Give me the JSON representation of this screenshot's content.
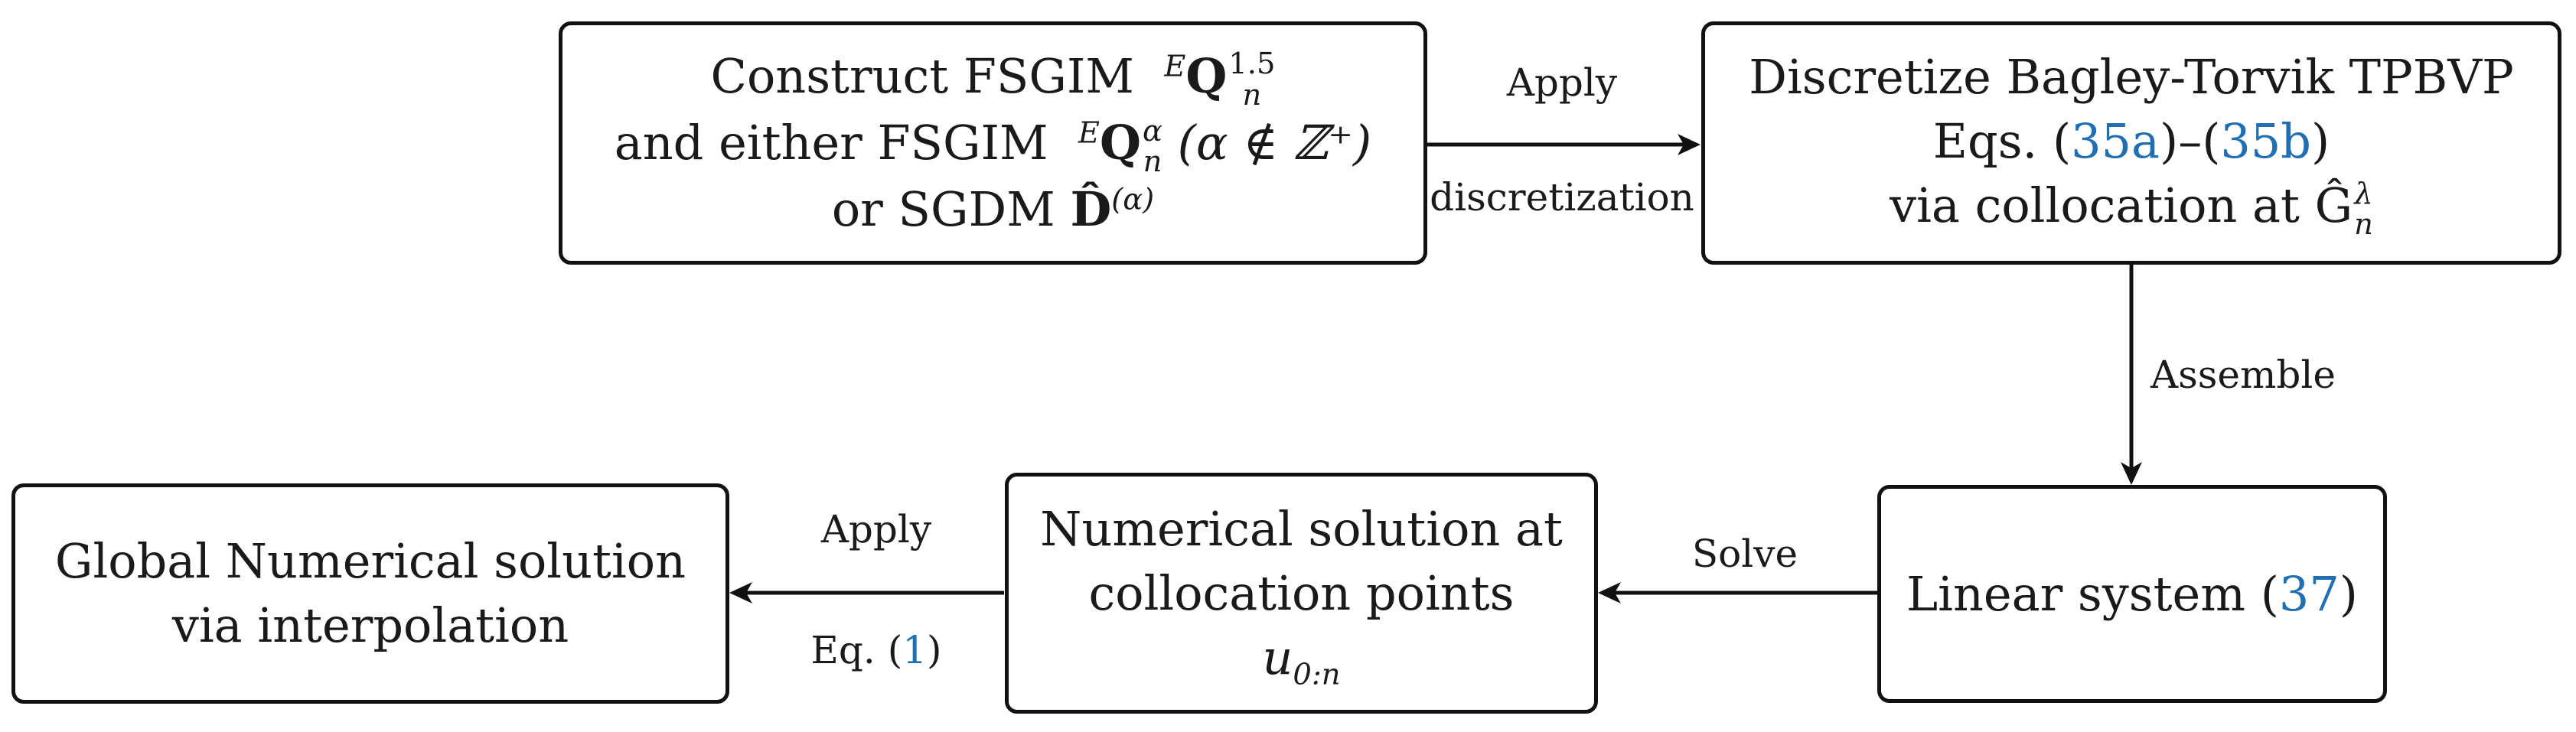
{
  "nodes": {
    "construct": {
      "line1_text": "Construct FSGIM",
      "line1_super_left": "E",
      "line1_symbol": "Q",
      "line1_sub": "n",
      "line1_sup": "1.5",
      "line2_text": "and either FSGIM",
      "line2_super_left": "E",
      "line2_symbol": "Q",
      "line2_sub": "n",
      "line2_sup": "α",
      "line2_condition": "(α ∉ ℤ⁺)",
      "line3_text": "or SGDM",
      "line3_symbol": "D̂",
      "line3_sup": "(α)"
    },
    "discretize": {
      "line1": "Discretize Bagley-Torvik TPBVP",
      "line2_prefix": "Eqs. (",
      "line2_ref1": "35a",
      "line2_mid": ")–(",
      "line2_ref2": "35b",
      "line2_suffix": ")",
      "line3_text": "via collocation at",
      "line3_symbol": "Ĝ",
      "line3_sub": "n",
      "line3_sup": "λ"
    },
    "linear_system": {
      "text_prefix": "Linear system (",
      "ref": "37",
      "text_suffix": ")"
    },
    "numerical": {
      "line1": "Numerical solution at",
      "line2": "collocation points",
      "line3_symbol": "u",
      "line3_sub": "0:n"
    },
    "global": {
      "line1": "Global Numerical solution",
      "line2": "via interpolation"
    }
  },
  "edges": {
    "construct_to_discretize": {
      "label_top": "Apply",
      "label_bottom": "discretization"
    },
    "discretize_to_linear": {
      "label": "Assemble"
    },
    "linear_to_numerical": {
      "label": "Solve"
    },
    "numerical_to_global": {
      "label_top": "Apply",
      "label_bottom_prefix": "Eq. (",
      "label_bottom_ref": "1",
      "label_bottom_suffix": ")"
    }
  },
  "colors": {
    "stroke": "#111111",
    "reference_link": "#1f6fb2"
  }
}
